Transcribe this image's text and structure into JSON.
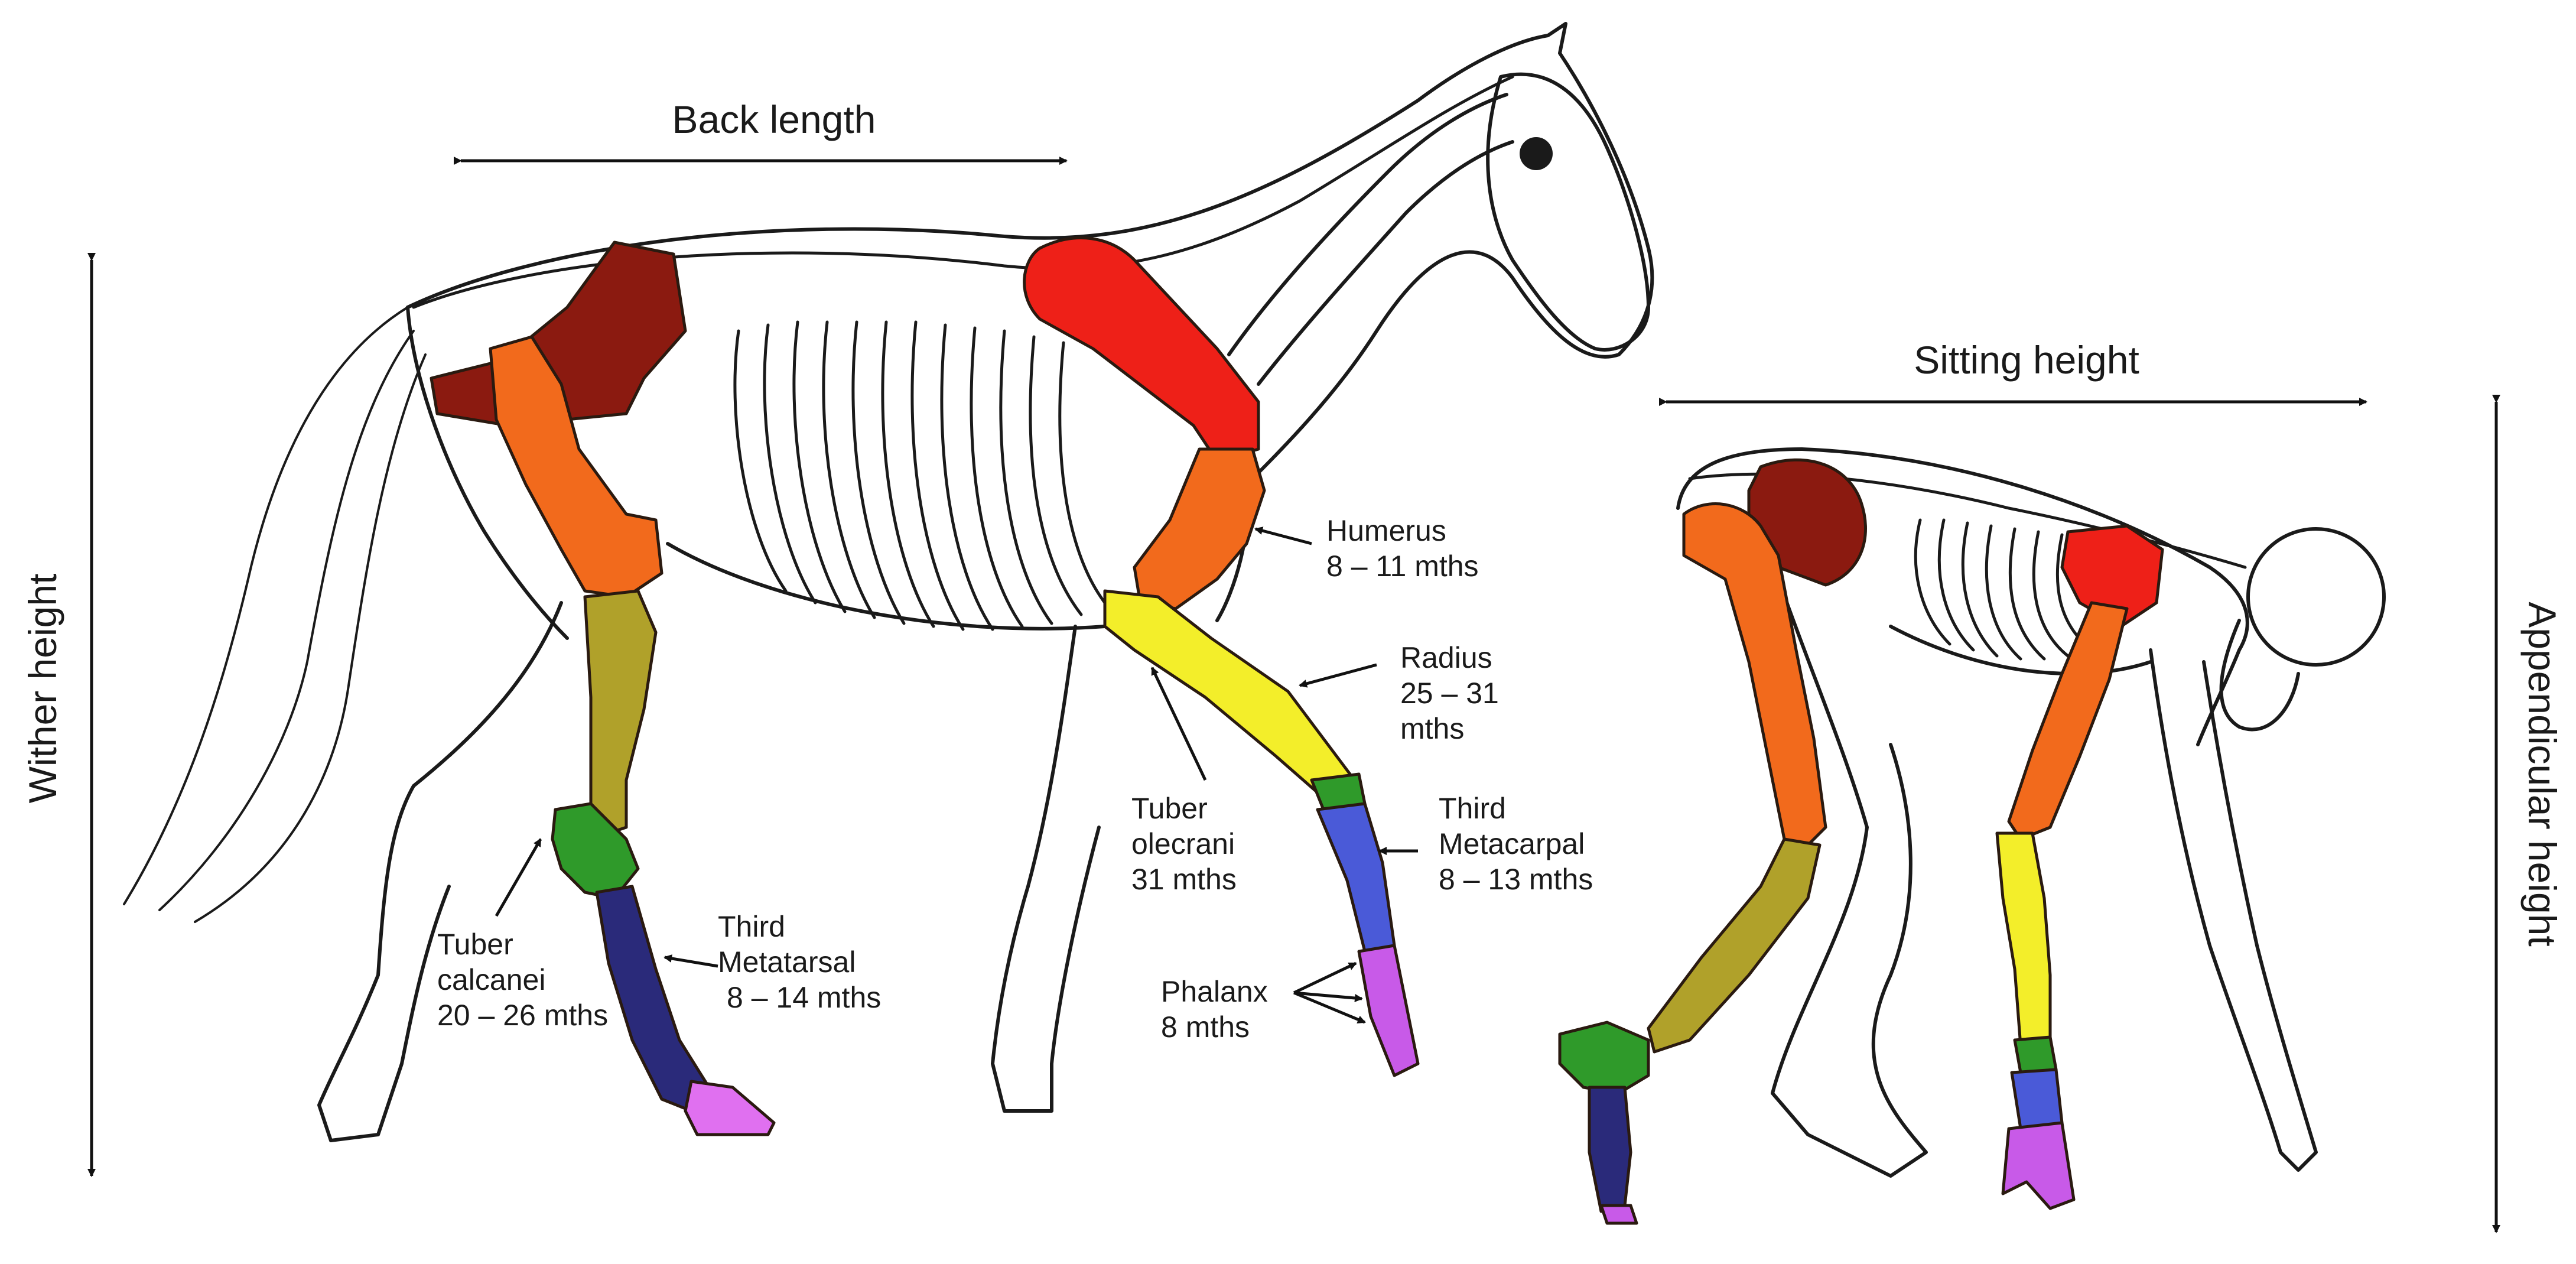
{
  "dimensions": {
    "back_length": "Back length",
    "wither_height": "Wither height",
    "sitting_height": "Sitting height",
    "appendicular_height": "Appendicular height"
  },
  "bone_labels": {
    "humerus": [
      "Humerus",
      "8 – 11 mths"
    ],
    "radius": [
      "Radius",
      "25 – 31",
      "mths"
    ],
    "tuber_olecrani": [
      "Tuber",
      "olecrani",
      "31 mths"
    ],
    "third_metacarpal": [
      "Third",
      "Metacarpal",
      "8 – 13 mths"
    ],
    "phalanx": [
      "Phalanx",
      "8 mths"
    ],
    "tuber_calcanei": [
      "Tuber",
      "calcanei",
      "20 – 26 mths"
    ],
    "third_metatarsal": [
      "Third",
      "Metatarsal",
      "8 – 14 mths"
    ]
  },
  "bone_colors": {
    "pelvis": "#8b1a10",
    "scapula": "#ee2018",
    "femur_humerus": "#f26a1c",
    "tibia": "#b0a12a",
    "radius": "#f3ee2a",
    "calcaneus_carpus": "#2f9a2a",
    "metatarsal": "#2a2a7a",
    "metacarpal": "#4a5ad8",
    "phalanx": "#c85ae8",
    "hoof_tip": "#e070f0"
  }
}
